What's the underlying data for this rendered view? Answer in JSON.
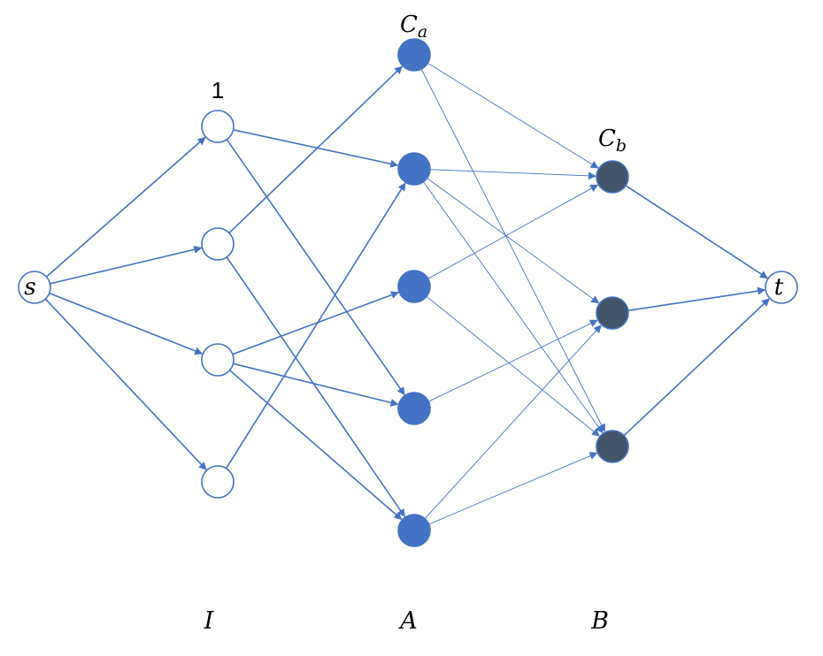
{
  "colors": {
    "edge": "#4472c4",
    "node_outline": "#4472c4",
    "node_open_fill": "#ffffff",
    "node_a_fill": "#4472c4",
    "node_b_fill": "#44546a"
  },
  "labels": {
    "source": "s",
    "sink": "t",
    "first_item": "1",
    "ca_main": "C",
    "ca_sub": "a",
    "cb_main": "C",
    "cb_sub": "b"
  },
  "columns": {
    "i": "I",
    "a": "A",
    "b": "B"
  },
  "graph": {
    "node_groups": {
      "source": [
        "s"
      ],
      "i": [
        "i1",
        "i2",
        "i3",
        "i4"
      ],
      "a": [
        "a1",
        "a2",
        "a3",
        "a4",
        "a5"
      ],
      "b": [
        "b1",
        "b2",
        "b3"
      ],
      "sink": [
        "t"
      ]
    },
    "edges": [
      [
        "s",
        "i1"
      ],
      [
        "s",
        "i2"
      ],
      [
        "s",
        "i3"
      ],
      [
        "s",
        "i4"
      ],
      [
        "i1",
        "a2"
      ],
      [
        "i1",
        "a4"
      ],
      [
        "i2",
        "a1"
      ],
      [
        "i2",
        "a5"
      ],
      [
        "i3",
        "a3"
      ],
      [
        "i3",
        "a4"
      ],
      [
        "i3",
        "a5"
      ],
      [
        "i4",
        "a2"
      ],
      [
        "a1",
        "b1"
      ],
      [
        "a1",
        "b3"
      ],
      [
        "a2",
        "b1"
      ],
      [
        "a2",
        "b2"
      ],
      [
        "a2",
        "b3"
      ],
      [
        "a3",
        "b1"
      ],
      [
        "a3",
        "b3"
      ],
      [
        "a4",
        "b2"
      ],
      [
        "a5",
        "b2"
      ],
      [
        "a5",
        "b3"
      ],
      [
        "b1",
        "t"
      ],
      [
        "b2",
        "t"
      ],
      [
        "b3",
        "t"
      ]
    ]
  }
}
